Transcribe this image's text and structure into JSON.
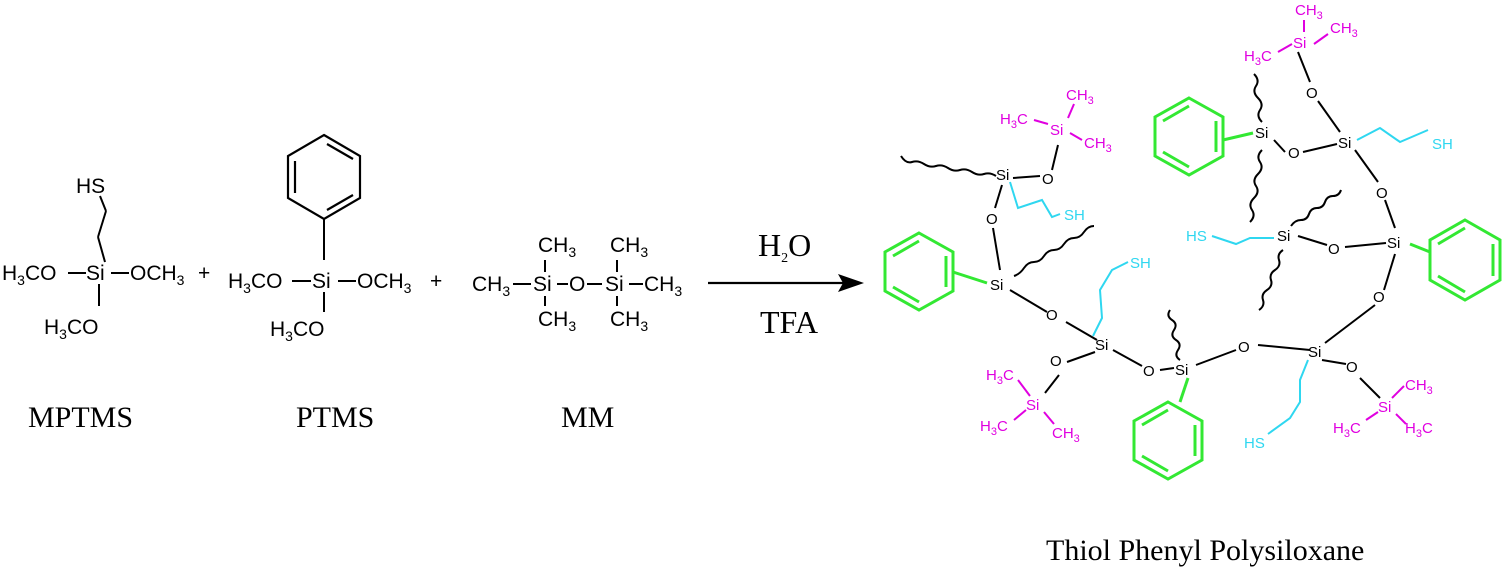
{
  "reactants": [
    {
      "id": "mptms",
      "name": "MPTMS",
      "thiol_label": "HS",
      "left_group": "H3CO",
      "center": "Si",
      "right_group": "OCH3",
      "bottom_group": "H3CO"
    },
    {
      "id": "ptms",
      "name": "PTMS",
      "left_group": "H3CO",
      "center": "Si",
      "right_group": "OCH3",
      "bottom_group": "H3CO"
    },
    {
      "id": "mm",
      "name": "MM"
    }
  ],
  "plus_sign": "+",
  "arrow": {
    "above": "H2O",
    "below": "TFA"
  },
  "product": {
    "name": "Thiol Phenyl Polysiloxane"
  },
  "colors": {
    "phenyl": "#33e833",
    "thiol_chain": "#2fd7f0",
    "trimethylsilyl": "#e000e0",
    "backbone": "#000000"
  },
  "labels": {
    "si": "Si",
    "o": "O",
    "sh": "SH",
    "hs": "HS",
    "ch3": "CH3",
    "h3c": "H3C"
  }
}
